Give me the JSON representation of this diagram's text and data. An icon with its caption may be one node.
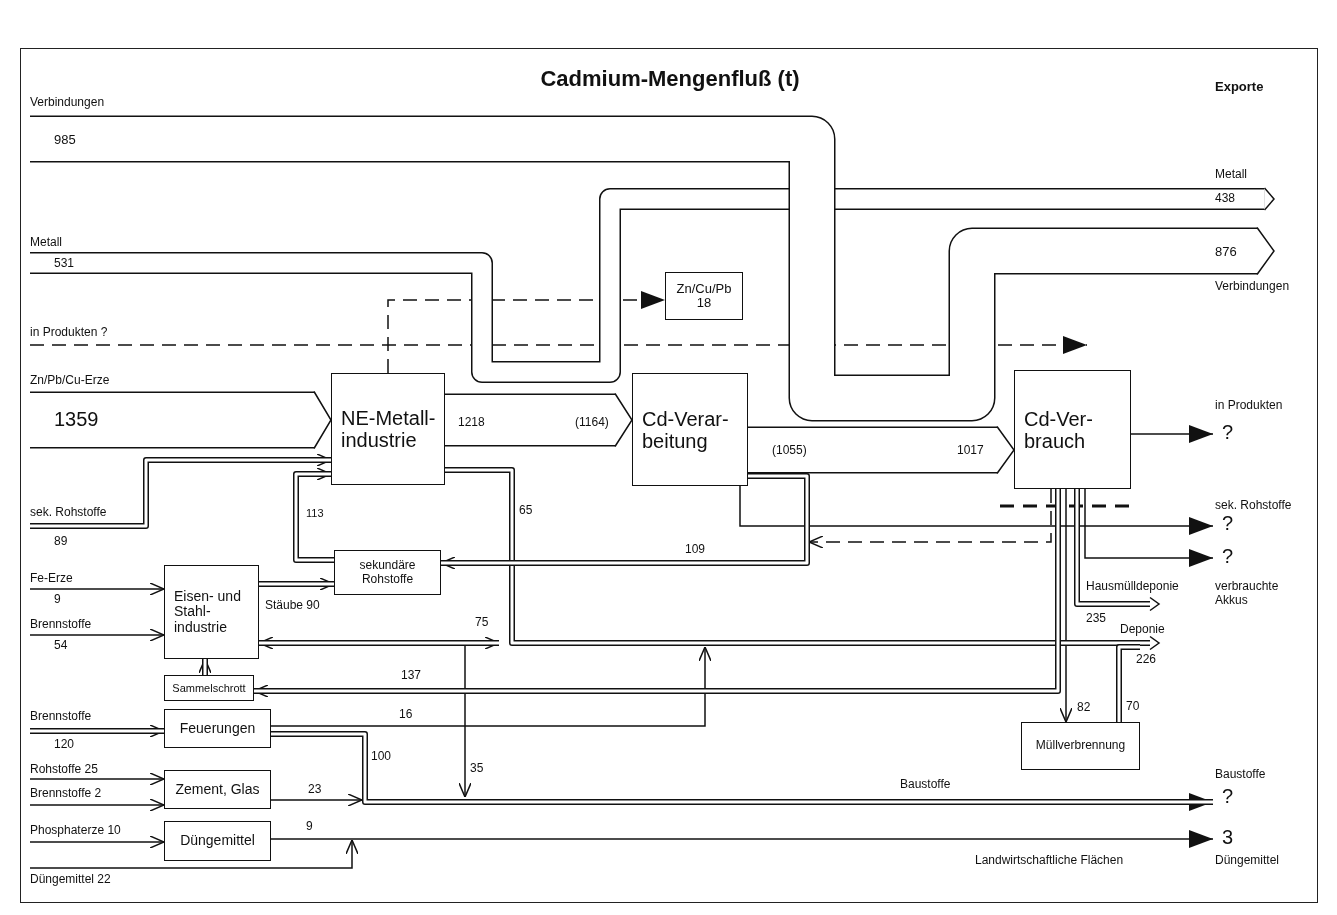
{
  "diagram": {
    "title": "Cadmium-Mengenfluß (t)",
    "nodes": [
      {
        "text": [
          "Verbindungen",
          "985"
        ]
      },
      {
        "text": [
          "Metall",
          "438"
        ]
      },
      {
        "text": [
          "Metall",
          "531"
        ]
      },
      {
        "text": [
          "876",
          "Verbindungen"
        ]
      },
      {
        "text": [
          "Zn/Cu/Pb",
          "18"
        ]
      },
      {
        "text": [
          "in Produkten ?"
        ]
      },
      {
        "text": [
          "Zn/Pb/Cu-Erze",
          "1359"
        ]
      },
      {
        "text": [
          "NE-Metall- industrie"
        ]
      },
      {
        "text": [
          "Cd-Verar- beitung"
        ]
      },
      {
        "text": [
          "Cd-Ver- brauch"
        ]
      },
      {
        "text": [
          "in Produkten",
          "?"
        ]
      },
      {
        "text": [
          "sek. Rohstoffe",
          "89"
        ]
      },
      {
        "text": [
          "sek. Rohstoffe",
          "?"
        ]
      },
      {
        "text": [
          "?",
          "verbrauchte Akkus"
        ]
      },
      {
        "text": [
          "sekundäre Rohstoffe"
        ]
      },
      {
        "text": [
          "Fe-Erze",
          "9"
        ]
      },
      {
        "text": [
          "Eisen- und Stahl- industrie"
        ]
      },
      {
        "text": [
          "Hausmülldeponie",
          "235"
        ]
      },
      {
        "text": [
          "Brennstoffe",
          "54"
        ]
      },
      {
        "text": [
          "Deponie",
          "226"
        ]
      },
      {
        "text": [
          "Sammelschrott"
        ]
      },
      {
        "text": [
          "Brennstoffe",
          "120"
        ]
      },
      {
        "text": [
          "Feuerungen"
        ]
      },
      {
        "text": [
          "Müllverbrennung"
        ]
      },
      {
        "text": [
          "Rohstoffe 25"
        ]
      },
      {
        "text": [
          "Baustoffe",
          "?"
        ]
      },
      {
        "text": [
          "Zement, Glas"
        ]
      },
      {
        "text": [
          "Brennstoffe 2"
        ]
      },
      {
        "text": [
          "Phosphaterze 10"
        ]
      },
      {
        "text": [
          "Düngemittel"
        ]
      },
      {
        "text": [
          "3",
          "Düngemittel"
        ]
      },
      {
        "text": [
          "Düngemittel 22"
        ]
      }
    ],
    "edges": [
      {
        "from": 6,
        "to": 7,
        "arrow": "to",
        "style": "thick"
      },
      {
        "from": 7,
        "to": 8,
        "arrow": "to",
        "style": "thick"
      },
      {
        "from": 8,
        "to": 9,
        "arrow": "to",
        "style": "thick"
      },
      {
        "from": 11,
        "to": 7,
        "arrow": "to"
      },
      {
        "from": 14,
        "to": 7,
        "arrow": "to"
      },
      {
        "from": 7,
        "to": 19,
        "arrow": "to"
      },
      {
        "from": 8,
        "to": 14,
        "arrow": "to"
      },
      {
        "from": 15,
        "to": 16,
        "arrow": "to"
      },
      {
        "from": 18,
        "to": 16,
        "arrow": "to"
      },
      {
        "from": 16,
        "to": 14,
        "arrow": "to"
      },
      {
        "from": 16,
        "to": null,
        "arrow": "both",
        "label": "75"
      },
      {
        "from": 20,
        "to": 16,
        "arrow": "to"
      },
      {
        "from": 9,
        "to": 20,
        "arrow": "to"
      },
      {
        "from": 21,
        "to": 22,
        "arrow": "to"
      },
      {
        "from": 22,
        "to": null,
        "arrow": "to"
      },
      {
        "from": 22,
        "to": 25,
        "arrow": "to"
      },
      {
        "from": 24,
        "to": 26,
        "arrow": "to"
      },
      {
        "from": 27,
        "to": 26,
        "arrow": "to"
      },
      {
        "from": 26,
        "to": null,
        "arrow": "to"
      },
      {
        "from": 28,
        "to": 29,
        "arrow": "to"
      },
      {
        "from": 29,
        "to": 30,
        "arrow": "to"
      },
      {
        "from": 23,
        "to": 19,
        "arrow": "none"
      },
      {
        "from": 9,
        "to": 23,
        "arrow": "to"
      },
      {
        "from": 9,
        "to": 17,
        "arrow": "to"
      },
      {
        "from": 9,
        "to": 10,
        "arrow": "to"
      },
      {
        "from": 8,
        "to": 12,
        "arrow": "to"
      },
      {
        "from": 9,
        "to": 8,
        "arrow": "to",
        "style": "dashed"
      },
      {
        "from": 9,
        "to": 13,
        "arrow": "to"
      },
      {
        "from": 2,
        "to": 1,
        "arrow": "to",
        "style": "thick"
      },
      {
        "from": 0,
        "to": 3,
        "arrow": "to",
        "style": "thick"
      },
      {
        "from": 7,
        "to": 4,
        "arrow": "to",
        "style": "dashed"
      },
      {
        "from": 5,
        "to": 9,
        "arrow": "to",
        "style": "dashed"
      },
      {
        "from": 31,
        "to": null,
        "arrow": "to"
      }
    ],
    "labels": [
      "Exporte",
      "1218",
      "(1164)",
      "(1055)",
      "1017",
      "113",
      "65",
      "109",
      "Stäube 90",
      "137",
      "82",
      "70",
      "16",
      "100",
      "35",
      "Baustoffe",
      "23",
      "9",
      "Landwirtschaftliche Flächen"
    ]
  }
}
